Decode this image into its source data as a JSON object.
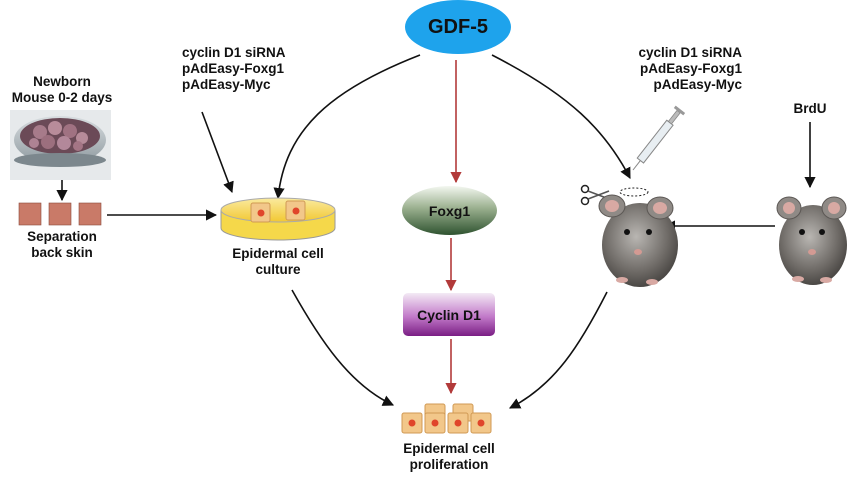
{
  "nodes": {
    "gdf5": "GDF-5",
    "foxg1": "Foxg1",
    "cyclin_d1": "Cyclin D1"
  },
  "labels": {
    "newborn": [
      "Newborn",
      "Mouse 0-2 days"
    ],
    "separation": [
      "Separation",
      "back skin"
    ],
    "treatments_left": [
      "cyclin D1 siRNA",
      "pAdEasy-Foxg1",
      "pAdEasy-Myc"
    ],
    "treatments_right": [
      "cyclin D1 siRNA",
      "pAdEasy-Foxg1",
      "pAdEasy-Myc"
    ],
    "culture": [
      "Epidermal cell",
      "culture"
    ],
    "brdu": "BrdU",
    "proliferation": [
      "Epidermal cell",
      "proliferation"
    ]
  },
  "colors": {
    "gdf5_fill": "#1ea3ec",
    "pathway_arrow": "#b23a3a",
    "black_arrow": "#111111",
    "dish_medium": "#f5d84a",
    "cell": "#f2c78a",
    "nucleus": "#e0452b",
    "skin": "#c97a68"
  }
}
